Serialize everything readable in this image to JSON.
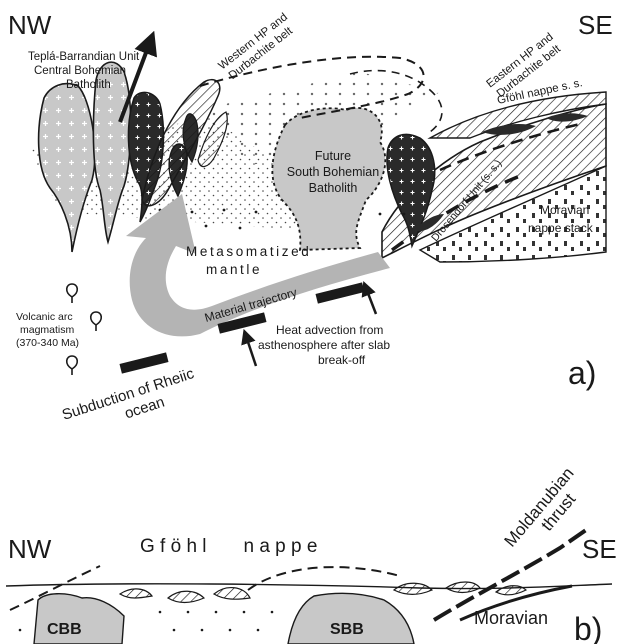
{
  "panel_a": {
    "corner_left": "NW",
    "corner_right": "SE",
    "panel_label": "a)",
    "tepla_line1": "Teplá-Barrandian Unit",
    "tepla_line2": "Central Bohemian",
    "tepla_line3": "Batholith",
    "western_line1": "Western HP and",
    "western_line2": "Durbachite belt",
    "eastern_line1": "Eastern HP and",
    "eastern_line2": "Durbachite belt",
    "gfohl_ss": "Gföhl nappe s. s.",
    "future_line1": "Future",
    "future_line2": "South Bohemian",
    "future_line3": "Batholith",
    "drosendorf": "Drosendorf Unit (s. s.)",
    "moravian_line1": "Moravian",
    "moravian_line2": "nappe stack",
    "metasomatized_line1": "Metasomatized",
    "metasomatized_line2": "mantle",
    "trajectory": "Material trajectory",
    "volcanic_line1": "Volcanic arc",
    "volcanic_line2": "magmatism",
    "volcanic_line3": "(370-340 Ma)",
    "heat_line1": "Heat advection from",
    "heat_line2": "asthenosphere after slab",
    "heat_line3": "break-off",
    "subduction_line1": "Subduction of Rheiic",
    "subduction_line2": "ocean"
  },
  "panel_b": {
    "corner_left": "NW",
    "corner_right": "SE",
    "panel_label": "b)",
    "gfohl_nappe": "G f ö h l       n a p p e",
    "moldanubian_line1": "Moldanubian",
    "moldanubian_line2": "thrust",
    "moravian": "Moravian",
    "cbb": "CBB",
    "sbb": "SBB"
  },
  "colors": {
    "granite_fill": "#c8c8c8",
    "dark_body": "#2a2a2a",
    "arrow_fill": "#b4b4b4",
    "line": "#1a1a1a"
  }
}
